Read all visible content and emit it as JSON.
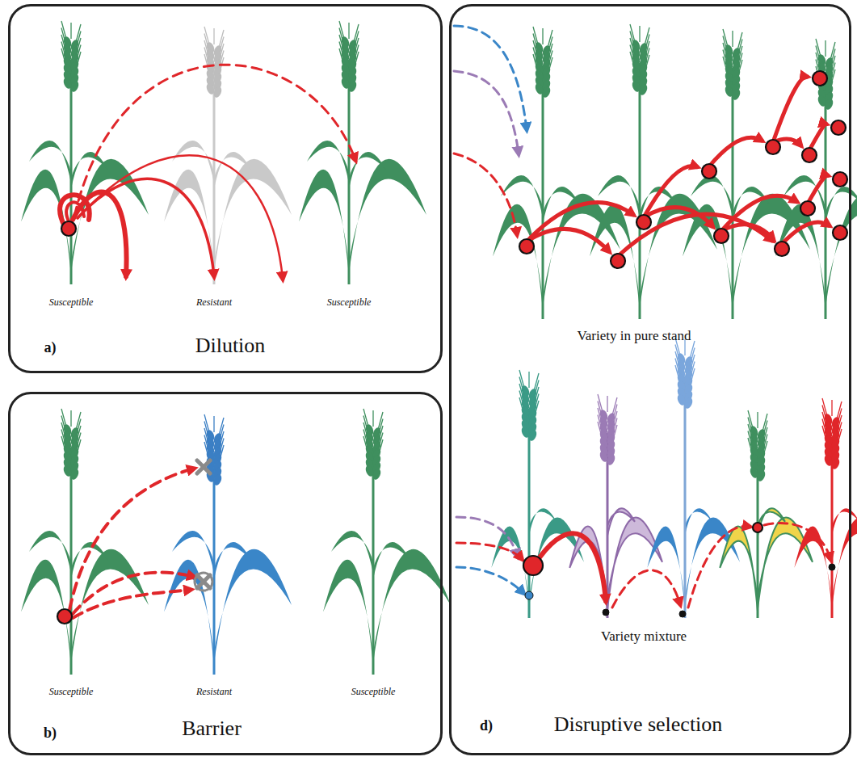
{
  "diagram": {
    "nodes": [
      {
        "text": [
          "Susceptible",
          "Resistant",
          "Susceptible",
          "a)",
          "Dilution"
        ]
      },
      {
        "text": [
          "Susceptible",
          "Resistant",
          "Susceptible",
          "b)",
          "Barrier"
        ]
      },
      {
        "text": [
          "Variety in pure stand",
          "Variety mixture",
          "d)",
          "Disruptive selection"
        ]
      }
    ]
  }
}
